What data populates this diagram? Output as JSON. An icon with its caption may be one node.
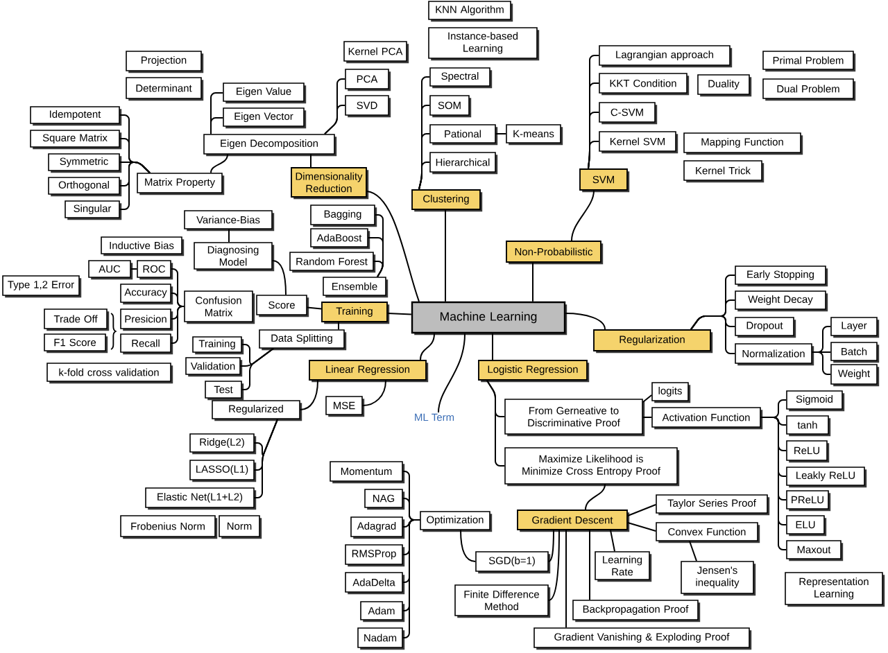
{
  "diagram": {
    "nodes": [
      {
        "text": [
          "Machine Learning"
        ]
      },
      {
        "text": [
          "Dimensionality Reduction"
        ]
      },
      {
        "text": [
          "Clustering"
        ]
      },
      {
        "text": [
          "SVM"
        ]
      },
      {
        "text": [
          "Non-Probabilistic"
        ]
      },
      {
        "text": [
          "Training"
        ]
      },
      {
        "text": [
          "Regularization"
        ]
      },
      {
        "text": [
          "Linear Regression"
        ]
      },
      {
        "text": [
          "Logistic Regression"
        ]
      },
      {
        "text": [
          "Gradient Descent"
        ]
      },
      {
        "text": [
          "ML Term"
        ]
      },
      {
        "text": [
          "Projection"
        ]
      },
      {
        "text": [
          "Determinant"
        ]
      },
      {
        "text": [
          "Eigen Value"
        ]
      },
      {
        "text": [
          "Eigen Vector"
        ]
      },
      {
        "text": [
          "Eigen Decomposition"
        ]
      },
      {
        "text": [
          "Kernel PCA"
        ]
      },
      {
        "text": [
          "PCA"
        ]
      },
      {
        "text": [
          "SVD"
        ]
      },
      {
        "text": [
          "Matrix Property"
        ]
      },
      {
        "text": [
          "Idempotent"
        ]
      },
      {
        "text": [
          "Square Matrix"
        ]
      },
      {
        "text": [
          "Symmetric"
        ]
      },
      {
        "text": [
          "Orthogonal"
        ]
      },
      {
        "text": [
          "Singular"
        ]
      },
      {
        "text": [
          "KNN Algorithm"
        ]
      },
      {
        "text": [
          "Instance-based Learning"
        ]
      },
      {
        "text": [
          "Spectral"
        ]
      },
      {
        "text": [
          "SOM"
        ]
      },
      {
        "text": [
          "Pational"
        ]
      },
      {
        "text": [
          "K-means"
        ]
      },
      {
        "text": [
          "Hierarchical"
        ]
      },
      {
        "text": [
          "Lagrangian approach"
        ]
      },
      {
        "text": [
          "KKT Condition"
        ]
      },
      {
        "text": [
          "Duality"
        ]
      },
      {
        "text": [
          "Primal Problem"
        ]
      },
      {
        "text": [
          "Dual Problem"
        ]
      },
      {
        "text": [
          "C-SVM"
        ]
      },
      {
        "text": [
          "Kernel SVM"
        ]
      },
      {
        "text": [
          "Mapping Function"
        ]
      },
      {
        "text": [
          "Kernel Trick"
        ]
      },
      {
        "text": [
          "Variance-Bias"
        ]
      },
      {
        "text": [
          "Inductive Bias"
        ]
      },
      {
        "text": [
          "Diagnosing Model"
        ]
      },
      {
        "text": [
          "Bagging"
        ]
      },
      {
        "text": [
          "AdaBoost"
        ]
      },
      {
        "text": [
          "Random Forest"
        ]
      },
      {
        "text": [
          "Ensemble"
        ]
      },
      {
        "text": [
          "Score"
        ]
      },
      {
        "text": [
          "Confusion Matrix"
        ]
      },
      {
        "text": [
          "AUC"
        ]
      },
      {
        "text": [
          "ROC"
        ]
      },
      {
        "text": [
          "Type 1,2 Error"
        ]
      },
      {
        "text": [
          "Accuracy"
        ]
      },
      {
        "text": [
          "Trade Off"
        ]
      },
      {
        "text": [
          "Presicion"
        ]
      },
      {
        "text": [
          "F1 Score"
        ]
      },
      {
        "text": [
          "Recall"
        ]
      },
      {
        "text": [
          "Data Splitting"
        ]
      },
      {
        "text": [
          "Training"
        ]
      },
      {
        "text": [
          "Validation"
        ]
      },
      {
        "text": [
          "Test"
        ]
      },
      {
        "text": [
          "k-fold cross validation"
        ]
      },
      {
        "text": [
          "MSE"
        ]
      },
      {
        "text": [
          "Regularized"
        ]
      },
      {
        "text": [
          "Ridge(L2)"
        ]
      },
      {
        "text": [
          "LASSO(L1)"
        ]
      },
      {
        "text": [
          "Elastic Net(L1+L2)"
        ]
      },
      {
        "text": [
          "Frobenius Norm"
        ]
      },
      {
        "text": [
          "Norm"
        ]
      },
      {
        "text": [
          "Early Stopping"
        ]
      },
      {
        "text": [
          "Weight Decay"
        ]
      },
      {
        "text": [
          "Dropout"
        ]
      },
      {
        "text": [
          "Normalization"
        ]
      },
      {
        "text": [
          "Layer"
        ]
      },
      {
        "text": [
          "Batch"
        ]
      },
      {
        "text": [
          "Weight"
        ]
      },
      {
        "text": [
          "From Gerneative to Discriminative Proof"
        ]
      },
      {
        "text": [
          "logits"
        ]
      },
      {
        "text": [
          "Activation Function"
        ]
      },
      {
        "text": [
          "Maximize Likelihood is Minimize Cross Entropy Proof"
        ]
      },
      {
        "text": [
          "Sigmoid"
        ]
      },
      {
        "text": [
          "tanh"
        ]
      },
      {
        "text": [
          "ReLU"
        ]
      },
      {
        "text": [
          "Leakly ReLU"
        ]
      },
      {
        "text": [
          "PReLU"
        ]
      },
      {
        "text": [
          "ELU"
        ]
      },
      {
        "text": [
          "Maxout"
        ]
      },
      {
        "text": [
          "Representation Learning"
        ]
      },
      {
        "text": [
          "Taylor Series Proof"
        ]
      },
      {
        "text": [
          "Convex Function"
        ]
      },
      {
        "text": [
          "Jensen's inequality"
        ]
      },
      {
        "text": [
          "Learning Rate"
        ]
      },
      {
        "text": [
          "Optimization"
        ]
      },
      {
        "text": [
          "Momentum"
        ]
      },
      {
        "text": [
          "NAG"
        ]
      },
      {
        "text": [
          "Adagrad"
        ]
      },
      {
        "text": [
          "RMSProp"
        ]
      },
      {
        "text": [
          "AdaDelta"
        ]
      },
      {
        "text": [
          "Adam"
        ]
      },
      {
        "text": [
          "Nadam"
        ]
      },
      {
        "text": [
          "SGD(b=1)"
        ]
      },
      {
        "text": [
          "Finite Difference Method"
        ]
      },
      {
        "text": [
          "Backpropagation Proof"
        ]
      },
      {
        "text": [
          "Gradient Vanishing & Exploding Proof"
        ]
      }
    ],
    "edges": [
      {
        "from": 0,
        "to": 1,
        "arrow": "none"
      },
      {
        "from": 0,
        "to": 2,
        "arrow": "none"
      },
      {
        "from": 0,
        "to": 4,
        "arrow": "none"
      },
      {
        "from": 4,
        "to": 3,
        "arrow": "none"
      },
      {
        "from": 0,
        "to": 5,
        "arrow": "none"
      },
      {
        "from": 0,
        "to": 6,
        "arrow": "none"
      },
      {
        "from": 0,
        "to": 7,
        "arrow": "none"
      },
      {
        "from": 0,
        "to": 8,
        "arrow": "none"
      },
      {
        "from": 0,
        "to": 10,
        "arrow": "none"
      },
      {
        "from": 1,
        "to": 15,
        "arrow": "none"
      },
      {
        "from": 15,
        "to": 13,
        "arrow": "none"
      },
      {
        "from": 15,
        "to": 14,
        "arrow": "none"
      },
      {
        "from": 15,
        "to": 17,
        "arrow": "none"
      },
      {
        "from": 15,
        "to": 18,
        "arrow": "none"
      },
      {
        "from": 15,
        "to": 19,
        "arrow": "none"
      },
      {
        "from": 19,
        "to": 20,
        "arrow": "none"
      },
      {
        "from": 19,
        "to": 21,
        "arrow": "none"
      },
      {
        "from": 19,
        "to": 22,
        "arrow": "none"
      },
      {
        "from": 19,
        "to": 23,
        "arrow": "none"
      },
      {
        "from": 19,
        "to": 24,
        "arrow": "none"
      },
      {
        "from": 2,
        "to": 27,
        "arrow": "none"
      },
      {
        "from": 2,
        "to": 28,
        "arrow": "none"
      },
      {
        "from": 2,
        "to": 29,
        "arrow": "none"
      },
      {
        "from": 2,
        "to": 31,
        "arrow": "none"
      },
      {
        "from": 29,
        "to": 30,
        "arrow": "none"
      },
      {
        "from": 3,
        "to": 32,
        "arrow": "none"
      },
      {
        "from": 3,
        "to": 33,
        "arrow": "none"
      },
      {
        "from": 3,
        "to": 37,
        "arrow": "none"
      },
      {
        "from": 3,
        "to": 38,
        "arrow": "none"
      },
      {
        "from": 41,
        "to": 43,
        "arrow": "none"
      },
      {
        "from": 47,
        "to": 44,
        "arrow": "none"
      },
      {
        "from": 47,
        "to": 45,
        "arrow": "none"
      },
      {
        "from": 47,
        "to": 46,
        "arrow": "none"
      },
      {
        "from": 5,
        "to": 48,
        "arrow": "none"
      },
      {
        "from": 48,
        "to": 43,
        "arrow": "none"
      },
      {
        "from": 49,
        "to": 51,
        "arrow": "none"
      },
      {
        "from": 49,
        "to": 53,
        "arrow": "none"
      },
      {
        "from": 49,
        "to": 55,
        "arrow": "none"
      },
      {
        "from": 49,
        "to": 57,
        "arrow": "none"
      },
      {
        "from": 50,
        "to": 51,
        "arrow": "none"
      },
      {
        "from": 5,
        "to": 58,
        "arrow": "none"
      },
      {
        "from": 58,
        "to": 59,
        "arrow": "none"
      },
      {
        "from": 58,
        "to": 60,
        "arrow": "none"
      },
      {
        "from": 58,
        "to": 61,
        "arrow": "none"
      },
      {
        "from": 7,
        "to": 63,
        "arrow": "none"
      },
      {
        "from": 7,
        "to": 64,
        "arrow": "none"
      },
      {
        "from": 64,
        "to": 65,
        "arrow": "none"
      },
      {
        "from": 64,
        "to": 66,
        "arrow": "none"
      },
      {
        "from": 64,
        "to": 67,
        "arrow": "none"
      },
      {
        "from": 6,
        "to": 70,
        "arrow": "none"
      },
      {
        "from": 6,
        "to": 71,
        "arrow": "none"
      },
      {
        "from": 6,
        "to": 72,
        "arrow": "none"
      },
      {
        "from": 6,
        "to": 73,
        "arrow": "none"
      },
      {
        "from": 73,
        "to": 74,
        "arrow": "none"
      },
      {
        "from": 73,
        "to": 75,
        "arrow": "none"
      },
      {
        "from": 73,
        "to": 76,
        "arrow": "none"
      },
      {
        "from": 8,
        "to": 77,
        "arrow": "none"
      },
      {
        "from": 8,
        "to": 80,
        "arrow": "none"
      },
      {
        "from": 77,
        "to": 78,
        "arrow": "none"
      },
      {
        "from": 77,
        "to": 79,
        "arrow": "none"
      },
      {
        "from": 79,
        "to": 81,
        "arrow": "none"
      },
      {
        "from": 79,
        "to": 82,
        "arrow": "none"
      },
      {
        "from": 79,
        "to": 83,
        "arrow": "none"
      },
      {
        "from": 79,
        "to": 84,
        "arrow": "none"
      },
      {
        "from": 79,
        "to": 85,
        "arrow": "none"
      },
      {
        "from": 79,
        "to": 86,
        "arrow": "none"
      },
      {
        "from": 79,
        "to": 87,
        "arrow": "none"
      },
      {
        "from": 80,
        "to": 9,
        "arrow": "none"
      },
      {
        "from": 9,
        "to": 89,
        "arrow": "none"
      },
      {
        "from": 9,
        "to": 90,
        "arrow": "none"
      },
      {
        "from": 90,
        "to": 91,
        "arrow": "none"
      },
      {
        "from": 9,
        "to": 92,
        "arrow": "none"
      },
      {
        "from": 93,
        "to": 101,
        "arrow": "none"
      },
      {
        "from": 93,
        "to": 94,
        "arrow": "none"
      },
      {
        "from": 93,
        "to": 95,
        "arrow": "none"
      },
      {
        "from": 93,
        "to": 96,
        "arrow": "none"
      },
      {
        "from": 93,
        "to": 97,
        "arrow": "none"
      },
      {
        "from": 93,
        "to": 98,
        "arrow": "none"
      },
      {
        "from": 93,
        "to": 99,
        "arrow": "none"
      },
      {
        "from": 93,
        "to": 100,
        "arrow": "none"
      },
      {
        "from": 9,
        "to": 101,
        "arrow": "none"
      },
      {
        "from": 9,
        "to": 102,
        "arrow": "none"
      },
      {
        "from": 9,
        "to": 103,
        "arrow": "none"
      },
      {
        "from": 9,
        "to": 104,
        "arrow": "none"
      }
    ]
  }
}
